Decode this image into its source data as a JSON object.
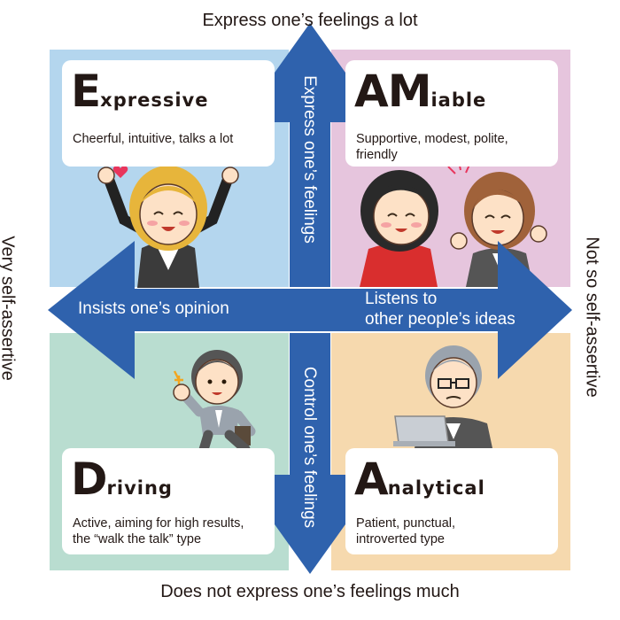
{
  "axes": {
    "top": "Express one’s feelings a lot",
    "bottom": "Does not express one’s feelings much",
    "left": "Very self-assertive",
    "right": "Not so self-assertive"
  },
  "arrows": {
    "up": "Express one’s feelings",
    "down": "Control one’s feelings",
    "left": "Insists one’s opinion",
    "right_line1": "Listens to",
    "right_line2": "other people’s ideas"
  },
  "quadrants": {
    "expressive": {
      "initial": "E",
      "rest": "xpressive",
      "description_line1": "Cheerful, intuitive, talks a lot",
      "description_line2": ""
    },
    "amiable": {
      "initial": "AM",
      "rest": "iable",
      "description_line1": "Supportive, modest, polite,",
      "description_line2": "friendly"
    },
    "driving": {
      "initial": "D",
      "rest": "riving",
      "description_line1": "Active, aiming for high results,",
      "description_line2": "the “walk the talk” type"
    },
    "analytical": {
      "initial": "A",
      "rest": "nalytical",
      "description_line1": "Patient, punctual,",
      "description_line2": "introverted type"
    }
  },
  "colors": {
    "expressive_bg": "#b4d6ee",
    "amiable_bg": "#e6c5dd",
    "driving_bg": "#b9ddd0",
    "analytical_bg": "#f6d9ae",
    "arrow": "#2f62ad"
  },
  "icons": [
    "cheering-woman-illustration",
    "two-women-illustration",
    "running-man-illustration",
    "man-at-laptop-illustration",
    "heart-icon"
  ]
}
